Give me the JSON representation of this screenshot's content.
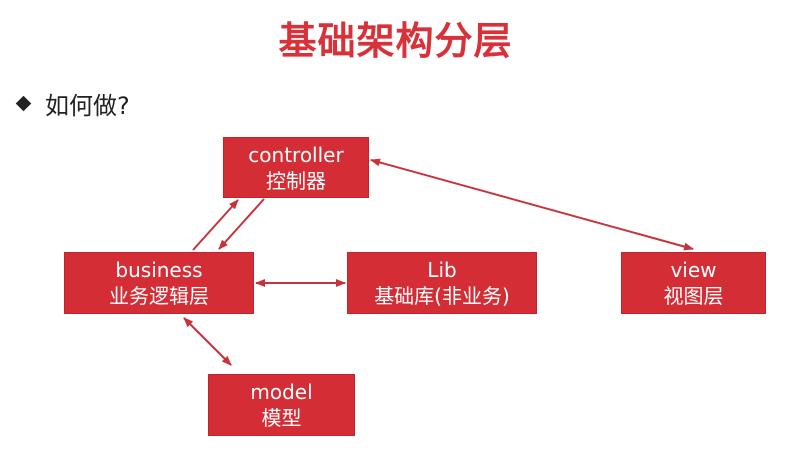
{
  "slide": {
    "title": "基础架构分层",
    "bullet": "如何做?"
  },
  "nodes": {
    "controller": {
      "en": "controller",
      "zh": "控制器"
    },
    "business": {
      "en": "business",
      "zh": "业务逻辑层"
    },
    "lib": {
      "en": "Lib",
      "zh": "基础库(非业务)"
    },
    "view": {
      "en": "view",
      "zh": "视图层"
    },
    "model": {
      "en": "model",
      "zh": "模型"
    }
  },
  "colors": {
    "accent": "#d9313a",
    "box": "#d42d35",
    "arrow": "#c8323a"
  }
}
